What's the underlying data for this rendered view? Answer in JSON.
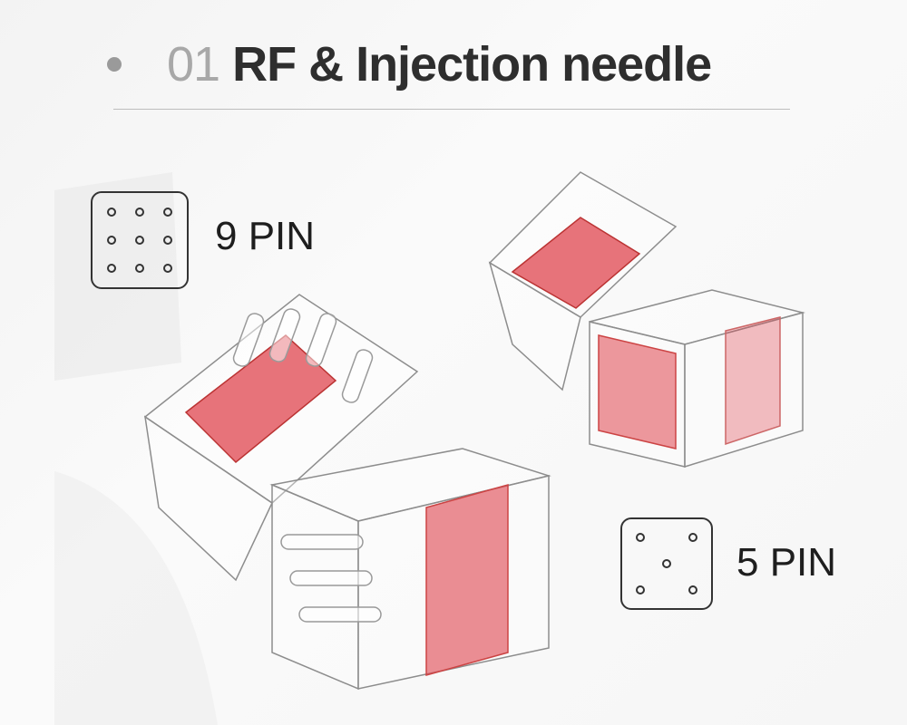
{
  "title": {
    "number": "01",
    "text": "RF & Injection needle"
  },
  "nine_pin": {
    "label": "9 PIN",
    "pins": 9
  },
  "five_pin": {
    "label": "5 PIN",
    "pins": 5
  },
  "colors": {
    "accent_red": "#e0454f",
    "text_dark": "#2e2e2e",
    "number_gray": "#a8a8a8"
  }
}
